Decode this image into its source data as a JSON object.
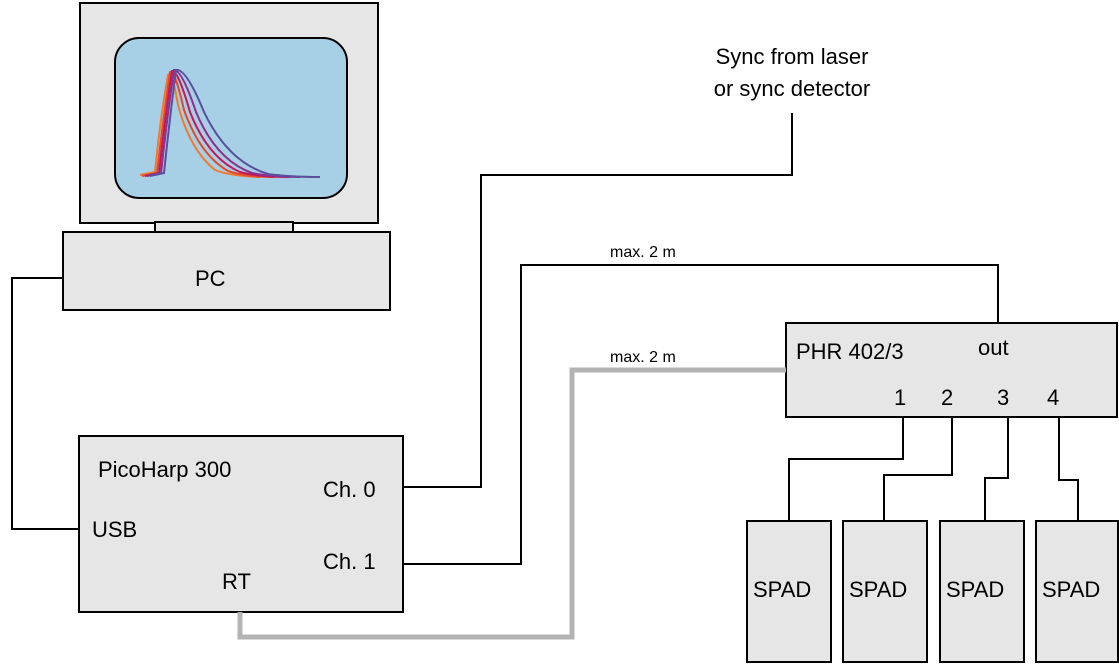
{
  "sync_label": {
    "line1": "Sync from laser",
    "line2": "or sync detector"
  },
  "pc": {
    "label": "PC"
  },
  "picoharp": {
    "title": "PicoHarp 300",
    "ch0": "Ch. 0",
    "ch1": "Ch. 1",
    "usb": "USB",
    "rt": "RT"
  },
  "router": {
    "title": "PHR 402/3",
    "out": "out",
    "ports": [
      "1",
      "2",
      "3",
      "4"
    ]
  },
  "cables": {
    "ch1_length": "max. 2 m",
    "rt_length": "max. 2 m"
  },
  "detectors": [
    "SPAD",
    "SPAD",
    "SPAD",
    "SPAD"
  ],
  "colors": {
    "device_fill": "#e6e6e6",
    "screen_fill": "#a7cfe5",
    "rt_cable": "#b3b3b3",
    "curve_colors": [
      "#f07a2e",
      "#e14a2a",
      "#c2185b",
      "#8e2f8a",
      "#5a4f9e"
    ]
  }
}
